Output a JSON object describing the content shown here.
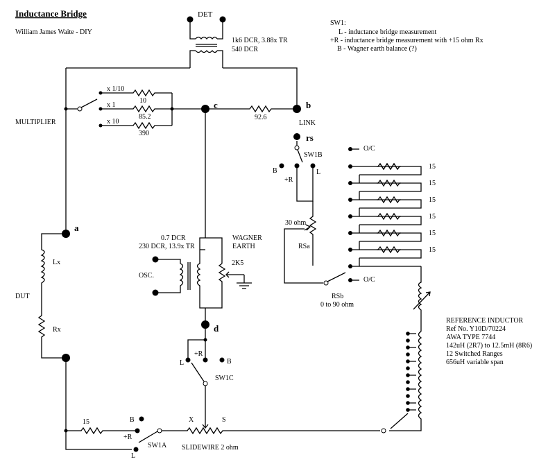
{
  "title": "Inductance Bridge",
  "author": "William James Waite - DIY",
  "det": {
    "label": "DET",
    "spec1": "1k6 DCR, 3.88x TR",
    "spec2": "540  DCR"
  },
  "sw1_legend": {
    "title": "SW1:",
    "lines": [
      "L - inductance bridge measurement",
      "+R - inductance bridge measurement with +15 ohm Rx",
      "B - Wagner earth balance (?)"
    ]
  },
  "multiplier": {
    "label": "MULTIPLIER",
    "x1_10": "x 1/10",
    "x1": "x 1",
    "x10": "x 10",
    "r_10": "10",
    "r_85": "85.2",
    "r_390": "390"
  },
  "nodes": {
    "a": "a",
    "b": "b",
    "c": "c",
    "d": "d",
    "rs": "rs"
  },
  "link": {
    "resistor": "92.6",
    "label": "LINK"
  },
  "sw1b": {
    "label": "SW1B",
    "B": "B",
    "R": "+R",
    "L": "L"
  },
  "rs_ladder": {
    "oc_top": "O/C",
    "oc_bottom": "O/C",
    "values": [
      "15",
      "15",
      "15",
      "15",
      "15",
      "15"
    ],
    "pot_value": "30 ohm",
    "rsa": "RSa",
    "rsb": "RSb",
    "rsb_range": "0  to 90 ohm"
  },
  "dut": {
    "label": "DUT",
    "lx": "Lx",
    "rx": "Rx"
  },
  "osc": {
    "label": "OSC.",
    "spec1": "0.7 DCR",
    "spec2": "230 DCR, 13.9x TR"
  },
  "wagner": {
    "label1": "WAGNER",
    "label2": "EARTH",
    "pot": "2K5"
  },
  "sw1c": {
    "label": "SW1C",
    "L": "L",
    "R": "+R",
    "B": "B"
  },
  "ref_inductor": {
    "lines": [
      "REFERENCE  INDUCTOR",
      "Ref No. Y10D/70224",
      "AWA  TYPE  7744",
      "142uH (2R7)  to  12.5mH (8R6)",
      "12  Switched  Ranges",
      "656uH variable span"
    ]
  },
  "slidewire": {
    "label": "SLIDEWIRE  2 ohm",
    "x": "X",
    "s": "S"
  },
  "sw1a": {
    "label": "SW1A",
    "B": "B",
    "R": "+R",
    "L": "L",
    "resistor": "15"
  }
}
